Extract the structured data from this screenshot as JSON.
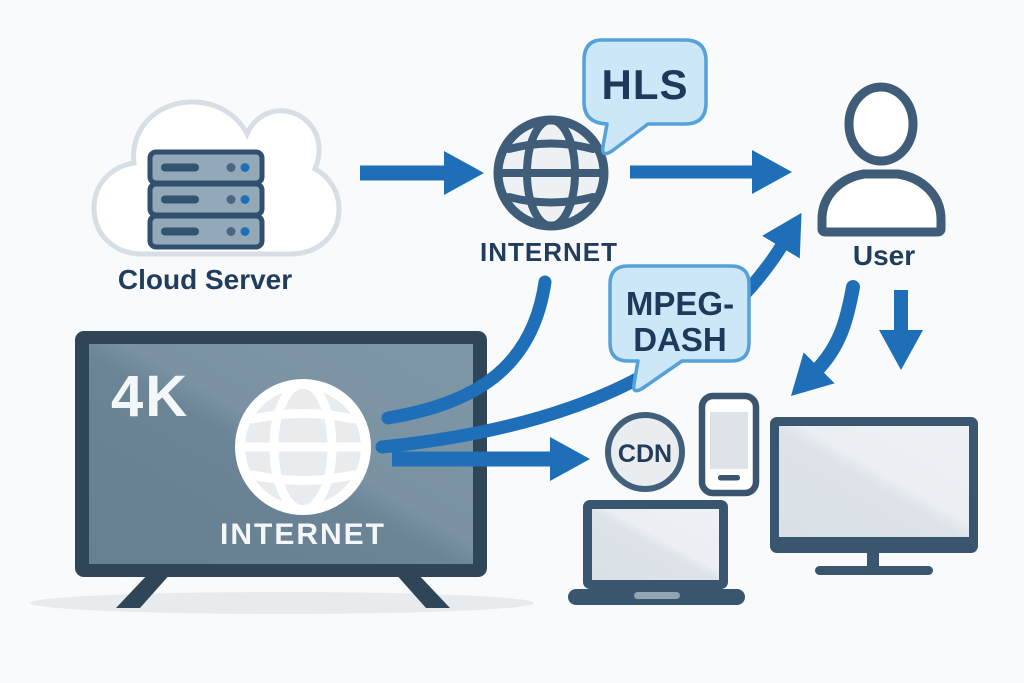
{
  "diagram": {
    "type": "streaming-architecture-flow",
    "background_color": "#f8fafc",
    "nodes": {
      "cloud_server": {
        "label": "Cloud Server",
        "icon": "cloud-server-rack-icon"
      },
      "internet": {
        "label": "INTERNET",
        "icon": "globe-icon"
      },
      "user": {
        "label": "User",
        "icon": "person-icon"
      },
      "tv": {
        "resolution_badge": "4K",
        "screen_label": "INTERNET",
        "icon": "smart-tv-globe-icon"
      },
      "cdn": {
        "label": "CDN",
        "icon": "cdn-circle-icon"
      },
      "phone": {
        "icon": "smartphone-icon"
      },
      "laptop": {
        "icon": "laptop-icon"
      },
      "monitor": {
        "icon": "desktop-monitor-icon"
      }
    },
    "protocol_bubbles": {
      "hls": {
        "label": "HLS"
      },
      "mpeg_dash": {
        "line1": "MPEG-",
        "line2": "DASH"
      }
    },
    "edges": [
      {
        "from": "cloud_server",
        "to": "internet",
        "style": "straight-arrow"
      },
      {
        "from": "internet",
        "to": "user",
        "style": "straight-arrow",
        "label": "HLS"
      },
      {
        "from": "internet",
        "to": "tv",
        "style": "curve"
      },
      {
        "from": "tv",
        "to": "user",
        "style": "curved-arrow",
        "label": "MPEG-DASH"
      },
      {
        "from": "tv",
        "to": "cdn",
        "style": "straight-arrow"
      },
      {
        "from": "user",
        "to": "devices",
        "style": "curved-arrow-down-left"
      },
      {
        "from": "user",
        "to": "monitor",
        "style": "straight-arrow-down"
      }
    ],
    "colors": {
      "arrow_blue": "#1e6fb8",
      "navy_text": "#223d5c",
      "icon_stroke": "#3f5d79",
      "dark_frame": "#2f4558",
      "device_frame": "#3a556e",
      "bubble_fill": "#cbe7f8",
      "bubble_border": "#55a1d9",
      "tv_screen_dark": "#66808f",
      "tv_screen_light": "#7e97a7",
      "device_screen_light": "#dde3e9",
      "server_body": "#93a9ba",
      "server_dot_blue": "#1e6fb8",
      "cloud_outline": "#d8dee5",
      "shadow": "#e7ebee",
      "background": "#f8fafc"
    }
  }
}
